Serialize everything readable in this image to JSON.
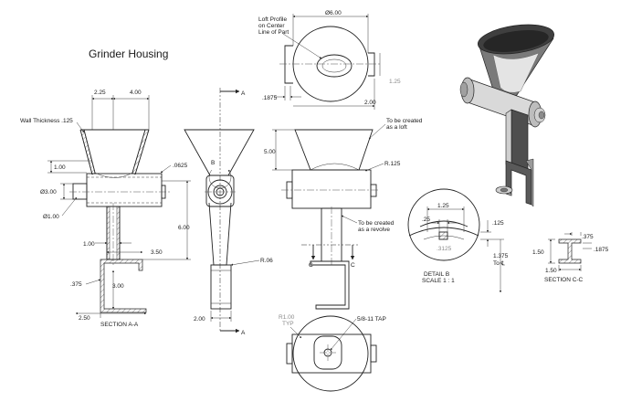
{
  "title": "Grinder Housing",
  "colors": {
    "line": "#222222",
    "hatch": "#333333",
    "gray_text": "#8a8a8a",
    "iso_dark": "#5a5a5a",
    "iso_light": "#e6e6e6",
    "iso_face": "#bdbdbd"
  },
  "notes": {
    "wall_thickness": "Wall Thickness .125",
    "loft_profile_1": "Loft Profile",
    "loft_profile_2": "on Center",
    "loft_profile_3": "Line of Part",
    "loft_note_1": "To be created",
    "loft_note_2": "as a loft",
    "revolve_note_1": "To be created",
    "revolve_note_2": "as a revolve",
    "tap": "5/8-11 TAP",
    "r100": "R1.00",
    "typ": "TYP",
    "r06": "R.06",
    "r125": "R.125"
  },
  "labels": {
    "section_aa": "SECTION A-A",
    "section_cc": "SECTION C-C",
    "detail_b": "DETAIL B",
    "scale": "SCALE 1 : 1",
    "a": "A",
    "b": "B",
    "c": "C"
  },
  "dims": {
    "d225": "2.25",
    "d400": "4.00",
    "d100a": "1.00",
    "d0625": ".0625",
    "dia300": "Ø3.00",
    "dia100": "Ø1.00",
    "d600": "6.00",
    "d100b": "1.00",
    "d350": "3.50",
    "d375a": ".375",
    "d300": "3.00",
    "d250": "2.50",
    "d200a": "2.00",
    "d500": "5.00",
    "dia600": "Ø6.00",
    "d125g": "1.25",
    "d1875a": ".1875",
    "d200b": "2.00",
    "d125": "1.25",
    "d25": ".25",
    "d125b": ".125",
    "d3125": ".3125",
    "d1375": "1.375",
    "to_cl": "To ℄",
    "d375b": ".375",
    "d150a": "1.50",
    "d1875b": ".1875",
    "d150b": "1.50"
  }
}
